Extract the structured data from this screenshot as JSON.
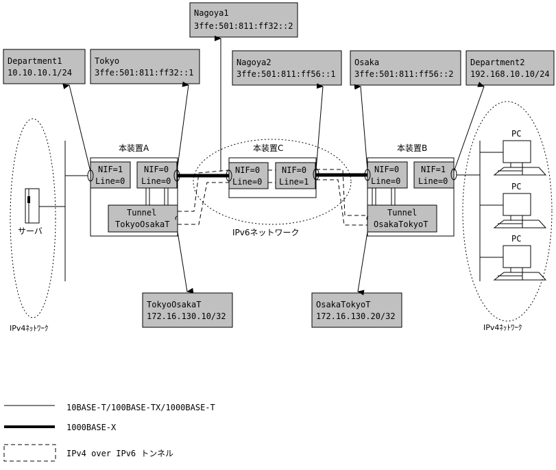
{
  "labels": {
    "nagoya1": {
      "name": "Nagoya1",
      "addr": "3ffe:501:811:ff32::2"
    },
    "department1": {
      "name": "Department1",
      "addr": "10.10.10.1/24"
    },
    "tokyo": {
      "name": "Tokyo",
      "addr": "3ffe:501:811:ff32::1"
    },
    "nagoya2": {
      "name": "Nagoya2",
      "addr": "3ffe:501:811:ff56::1"
    },
    "osaka": {
      "name": "Osaka",
      "addr": "3ffe:501:811:ff56::2"
    },
    "department2": {
      "name": "Department2",
      "addr": "192.168.10.10/24"
    },
    "tokyoosakat": {
      "name": "TokyoOsakaT",
      "addr": "172.16.130.10/32"
    },
    "osakatokyot": {
      "name": "OsakaTokyoT",
      "addr": "172.16.130.20/32"
    }
  },
  "devices": {
    "a": {
      "title": "本装置A",
      "if1": {
        "nif": "NIF=1",
        "line": "Line=0"
      },
      "if2": {
        "nif": "NIF=0",
        "line": "Line=0"
      },
      "tunnel": {
        "l1": "Tunnel",
        "l2": "TokyoOsakaT"
      }
    },
    "c": {
      "title": "本装置C",
      "if1": {
        "nif": "NIF=0",
        "line": "Line=0"
      },
      "if2": {
        "nif": "NIF=0",
        "line": "Line=1"
      }
    },
    "b": {
      "title": "本装置B",
      "if1": {
        "nif": "NIF=0",
        "line": "Line=0"
      },
      "if2": {
        "nif": "NIF=1",
        "line": "Line=0"
      },
      "tunnel": {
        "l1": "Tunnel",
        "l2": "OsakaTokyoT"
      }
    }
  },
  "networks": {
    "ipv6": "IPv6ネットワーク",
    "ipv4_left": "IPv4ﾈｯﾄﾜｰｸ",
    "ipv4_right": "IPv4ﾈｯﾄﾜｰｸ"
  },
  "hosts": {
    "server": "サーバ",
    "pc": [
      "PC",
      "PC",
      "PC"
    ]
  },
  "legend": [
    {
      "style": "thin",
      "label": "10BASE-T/100BASE-TX/1000BASE-T"
    },
    {
      "style": "thick",
      "label": "1000BASE-X"
    },
    {
      "style": "dashed-box",
      "label": "IPv4 over IPv6 トンネル"
    }
  ],
  "colors": {
    "box_fill": "#c0c0c0",
    "line": "#000000",
    "background": "#ffffff"
  }
}
